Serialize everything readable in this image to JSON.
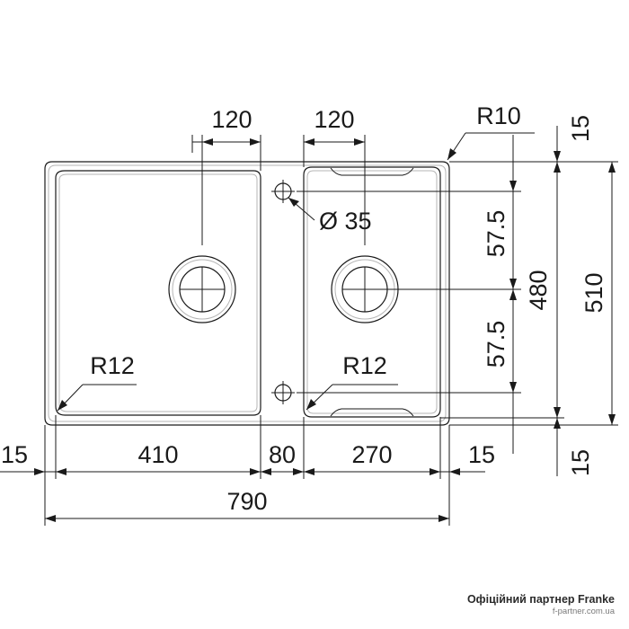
{
  "dimensions": {
    "left_drain_spacing": "120",
    "right_drain_spacing": "120",
    "corner_radius_outer": "R10",
    "top_margin": "15",
    "tap_hole": "Ø 35",
    "tap_offset_upper": "57.5",
    "tap_offset_lower": "57.5",
    "bowl_depth": "480",
    "total_depth": "510",
    "left_radius": "R12",
    "right_radius": "R12",
    "left_edge": "15",
    "left_bowl_width": "410",
    "divider_width": "80",
    "right_bowl_width": "270",
    "right_edge": "15",
    "bottom_margin": "15",
    "total_width": "790"
  },
  "footer": {
    "partner_text": "Офіційний партнер Franke",
    "partner_url": "f-partner.com.ua"
  },
  "colors": {
    "line": "#1a1a1a",
    "ghost": "#b5b5b5",
    "background": "#ffffff"
  }
}
